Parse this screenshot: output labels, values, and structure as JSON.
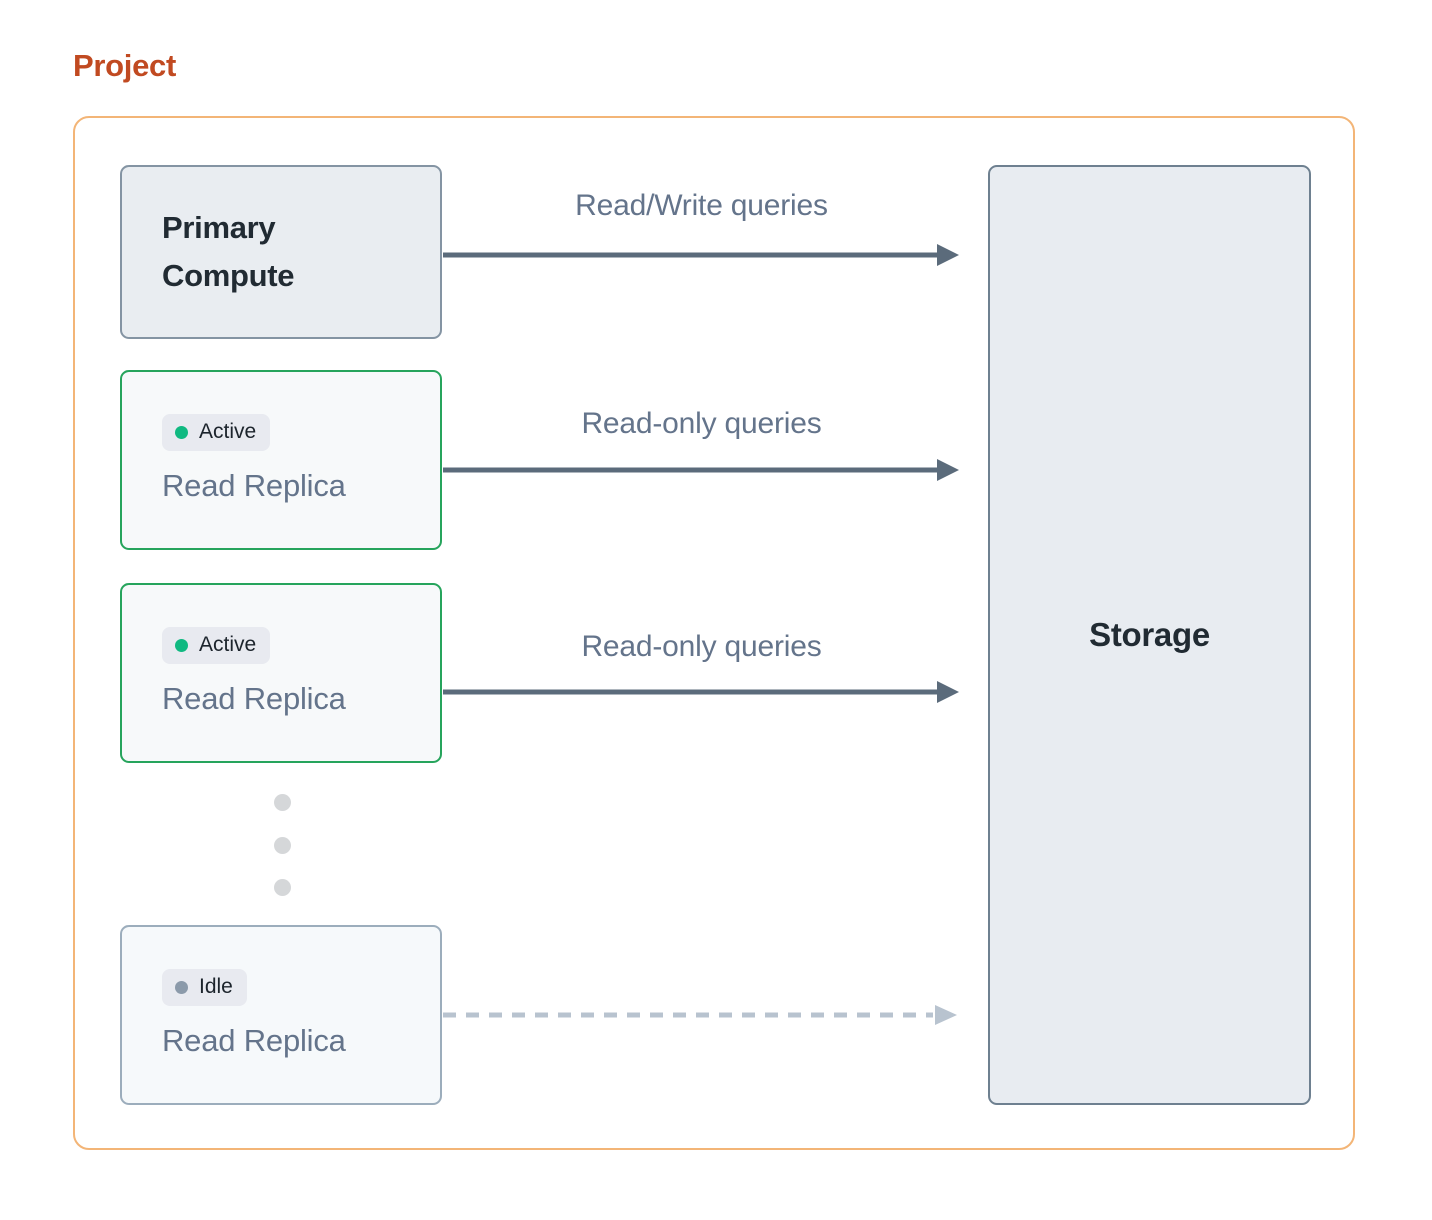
{
  "page": {
    "title": "Project"
  },
  "nodes": [
    {
      "type": "primary-compute",
      "label": "Primary Compute"
    },
    {
      "type": "read-replica",
      "status": "Active",
      "label": "Read Replica"
    },
    {
      "type": "read-replica",
      "status": "Active",
      "label": "Read Replica"
    },
    {
      "type": "read-replica",
      "status": "Idle",
      "label": "Read Replica"
    }
  ],
  "storage": {
    "label": "Storage"
  },
  "arrows": [
    {
      "label": "Read/Write queries",
      "style": "solid",
      "from": "primary-compute",
      "to": "storage"
    },
    {
      "label": "Read-only queries",
      "style": "solid",
      "from": "read-replica-1",
      "to": "storage"
    },
    {
      "label": "Read-only queries",
      "style": "solid",
      "from": "read-replica-2",
      "to": "storage"
    },
    {
      "label": "",
      "style": "dashed",
      "from": "read-replica-idle",
      "to": "storage"
    }
  ],
  "colors": {
    "title": "#c14a21",
    "frame_border": "#f3b577",
    "active_border": "#26a45c",
    "active_dot": "#10b981",
    "idle_dot": "#8b9aaa",
    "idle_border": "#9cadbc",
    "arrow_solid": "#5b6b7b",
    "arrow_dashed": "#b8c3cf",
    "node_fill": "#e9edf1",
    "storage_fill": "#e8ecf1",
    "text_dark": "#212b33",
    "text_slate": "#64748b"
  }
}
